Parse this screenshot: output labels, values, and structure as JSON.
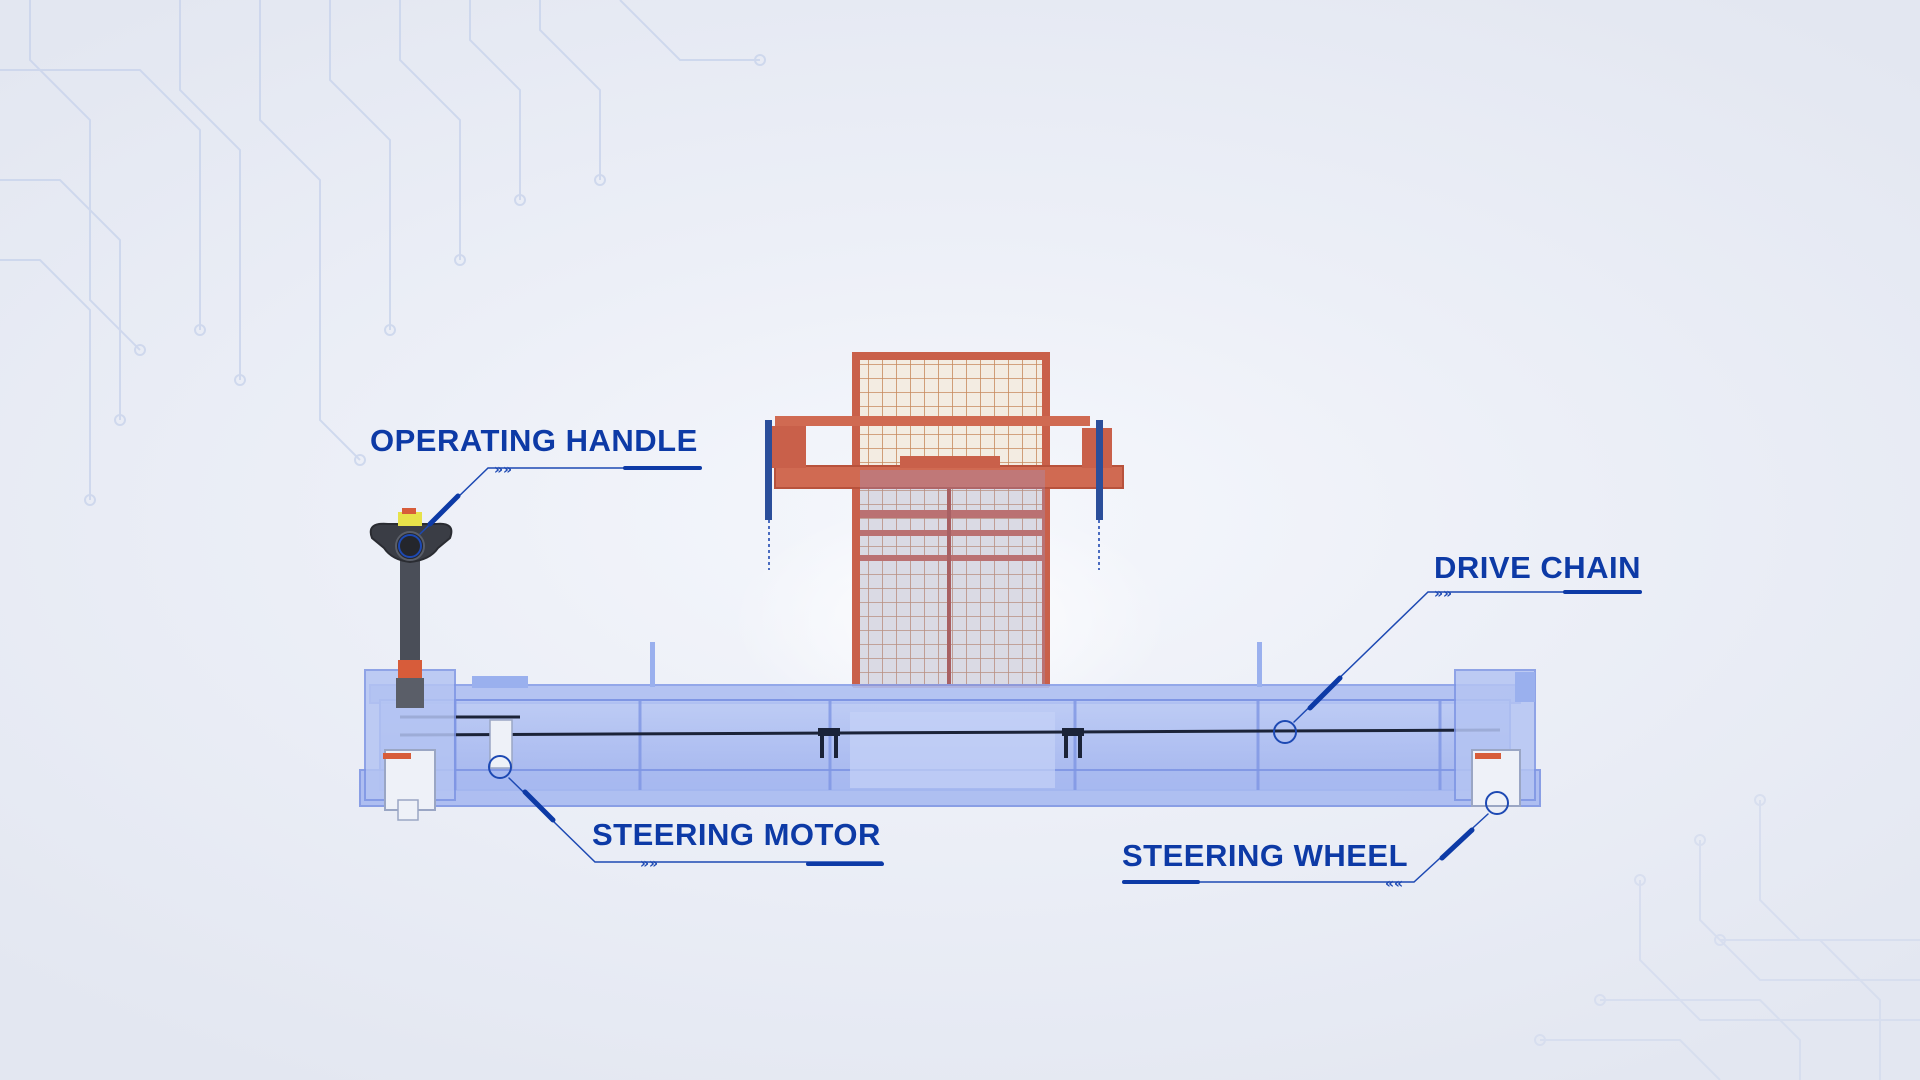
{
  "labels": {
    "operating_handle": "OPERATING HANDLE",
    "drive_chain": "DRIVE CHAIN",
    "steering_motor": "STEERING MOTOR",
    "steering_wheel": "STEERING WHEEL"
  },
  "colors": {
    "label_text": "#0d3aa6",
    "callout_line": "#1d49b3",
    "mast_frame": "#c9604a",
    "mast_grid": "#d8b487",
    "chassis": "#8fa6ec",
    "background": "#eceff7"
  }
}
